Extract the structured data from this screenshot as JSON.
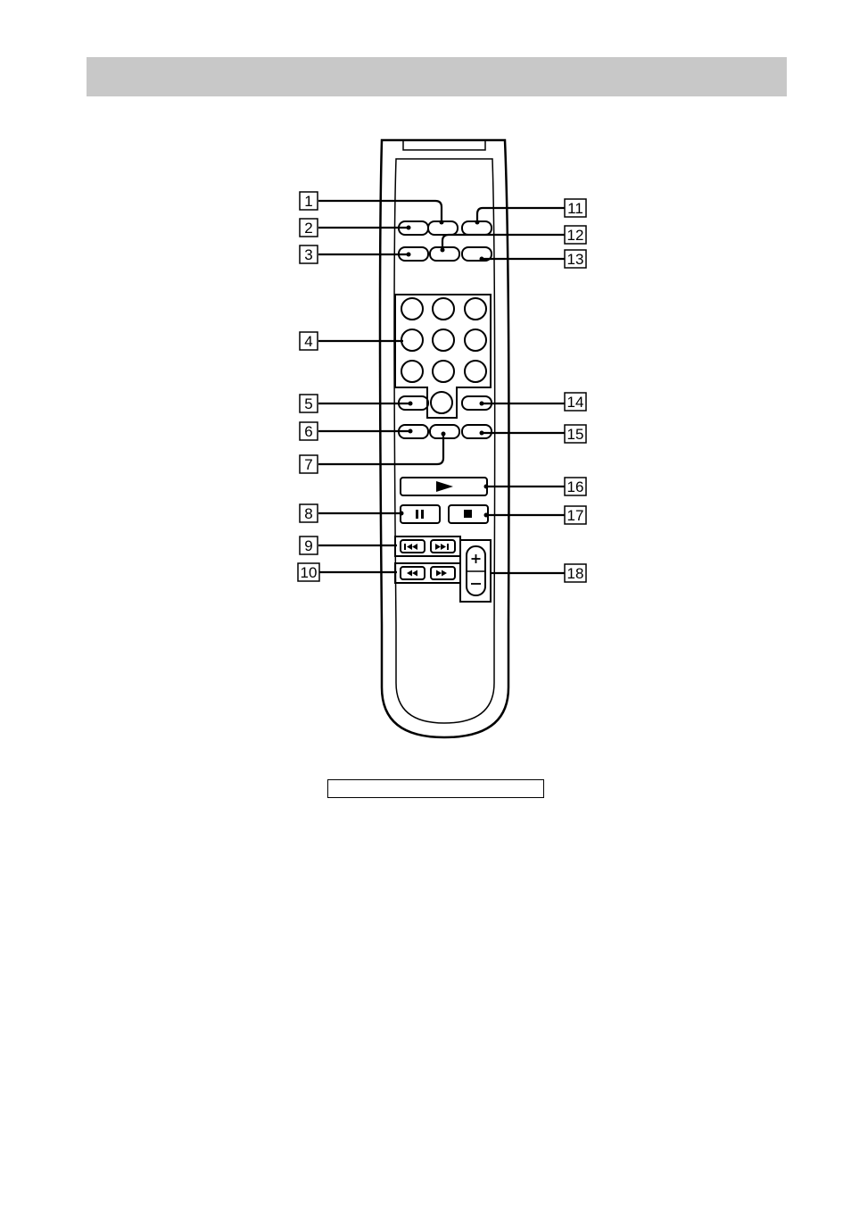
{
  "header": {
    "band_color": "#c8c8c8",
    "title": ""
  },
  "caption": {
    "text": ""
  },
  "callouts": {
    "c1": "1",
    "c2": "2",
    "c3": "3",
    "c4": "4",
    "c5": "5",
    "c6": "6",
    "c7": "7",
    "c8": "8",
    "c9": "9",
    "c10": "10",
    "c11": "11",
    "c12": "12",
    "c13": "13",
    "c14": "14",
    "c15": "15",
    "c16": "16",
    "c17": "17",
    "c18": "18"
  },
  "icons": {
    "play": "play-icon",
    "pause": "pause-icon",
    "stop": "stop-icon",
    "prev": "skip-previous-icon",
    "next": "skip-next-icon",
    "rewind": "rewind-icon",
    "fast_forward": "fast-forward-icon",
    "volume_up": "plus-icon",
    "volume_down": "minus-icon"
  }
}
